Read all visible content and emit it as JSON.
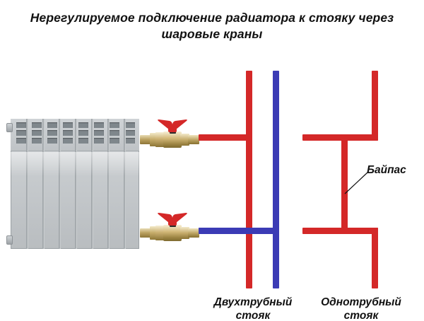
{
  "title": "Нерегулируемое подключение радиатора к стояку через шаровые краны",
  "colors": {
    "supply_pipe": "#d42828",
    "return_pipe": "#3b3bb5",
    "valve_handle": "#d42828",
    "radiator_body": "#c6cacd",
    "text": "#111111",
    "background": "#ffffff"
  },
  "components": {
    "radiator": {
      "name": "Радиатор",
      "sections": 8,
      "type": "aluminium-sectional"
    },
    "upper_valve": {
      "name": "Шаровой кран (подача)",
      "handle": "butterfly",
      "handle_color": "#d42828"
    },
    "lower_valve": {
      "name": "Шаровой кран (обратка)",
      "handle": "butterfly",
      "handle_color": "#3b3bb5"
    }
  },
  "labels": {
    "bypass": "Байпас",
    "two_pipe_riser": "Двухтрубный\nстояк",
    "one_pipe_riser": "Однотрубный\nстояк"
  },
  "diagram": {
    "risers": [
      {
        "id": "two-pipe",
        "supply_color": "#d42828",
        "return_color": "#3b3bb5"
      },
      {
        "id": "one-pipe",
        "pipe_color": "#d42828",
        "has_bypass": true
      }
    ]
  }
}
